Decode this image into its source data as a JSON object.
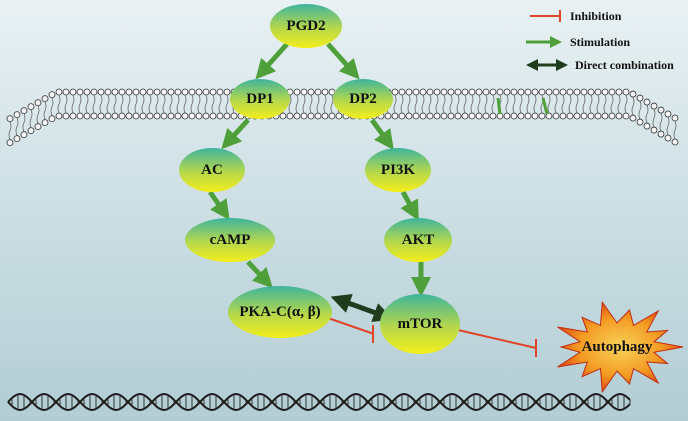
{
  "nodes": {
    "pgd2": "PGD2",
    "dp1": "DP1",
    "dp2": "DP2",
    "ac": "AC",
    "pi3k": "PI3K",
    "camp": "cAMP",
    "akt": "AKT",
    "pka": "PKA-C(α, β)",
    "mtor": "mTOR",
    "autophagy": "Autophagy"
  },
  "legend": {
    "inhibition": "Inhibition",
    "stimulation": "Stimulation",
    "direct": "Direct combination"
  },
  "colors": {
    "stimulation": "#4fa03a",
    "inhibition": "#e0452a",
    "direct": "#1f3d1c",
    "node_top": "#3fb49c",
    "node_bottom": "#f4ee1c",
    "burst_outer": "#d92b10",
    "burst_inner": "#f5a623"
  }
}
